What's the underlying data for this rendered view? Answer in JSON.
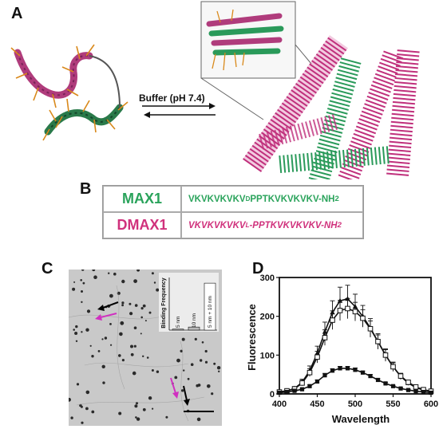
{
  "panel_labels": {
    "a": "A",
    "b": "B",
    "c": "C",
    "d": "D"
  },
  "panelA": {
    "equilibrium_label": "Buffer (pH 7.4)"
  },
  "panelB": {
    "rows": [
      {
        "name": "MAX1",
        "seq_pre": "VKVKVKVKV",
        "seq_sup": "D",
        "seq_post": "PPTKVKVKVKV-NH",
        "seq_sub": "2",
        "color": "#2aa35b"
      },
      {
        "name": "DMAX1",
        "seq_pre": "VKVKVKVKV",
        "seq_sup": "L",
        "seq_post": "-PPTKVKVKVKV-NH",
        "seq_sub": "2",
        "color": "#d0317c"
      }
    ]
  },
  "panelC": {
    "inset": {
      "ylabel": "Binding Frequency",
      "bars": [
        {
          "label": "5 nm",
          "value": 0.02
        },
        {
          "label": "10 nm",
          "value": 0.06
        },
        {
          "label": "5 nm + 10 nm",
          "value": 0.92
        }
      ]
    }
  },
  "chart_data": {
    "type": "line",
    "xlabel": "Wavelength",
    "ylabel": "Fluorescence",
    "xlim": [
      400,
      600
    ],
    "ylim": [
      0,
      300
    ],
    "xticks": [
      400,
      450,
      500,
      550,
      600
    ],
    "yticks": [
      0,
      100,
      200,
      300
    ],
    "x": [
      400,
      410,
      420,
      430,
      440,
      450,
      460,
      470,
      480,
      490,
      500,
      510,
      520,
      530,
      540,
      550,
      560,
      570,
      580,
      590,
      600
    ],
    "series": [
      {
        "marker": "triangle",
        "values": [
          5,
          8,
          14,
          30,
          60,
          105,
          160,
          210,
          240,
          245,
          225,
          200,
          170,
          135,
          100,
          70,
          45,
          28,
          16,
          10,
          6
        ],
        "errors": [
          2,
          3,
          5,
          8,
          12,
          18,
          25,
          30,
          35,
          35,
          32,
          28,
          24,
          20,
          16,
          12,
          8,
          6,
          4,
          3,
          2
        ]
      },
      {
        "marker": "square",
        "values": [
          5,
          8,
          13,
          28,
          55,
          95,
          145,
          190,
          215,
          220,
          212,
          195,
          168,
          135,
          100,
          70,
          46,
          30,
          18,
          11,
          7
        ],
        "errors": [
          2,
          3,
          4,
          7,
          10,
          15,
          20,
          24,
          26,
          26,
          24,
          22,
          20,
          17,
          14,
          10,
          7,
          5,
          4,
          3,
          2
        ]
      },
      {
        "marker": "circle",
        "values": [
          3,
          5,
          8,
          12,
          20,
          32,
          48,
          60,
          66,
          66,
          62,
          55,
          46,
          36,
          27,
          20,
          14,
          10,
          7,
          5,
          3
        ],
        "errors": [
          1,
          1,
          2,
          2,
          3,
          4,
          5,
          5,
          5,
          5,
          5,
          4,
          4,
          3,
          3,
          2,
          2,
          2,
          1,
          1,
          1
        ]
      }
    ]
  }
}
